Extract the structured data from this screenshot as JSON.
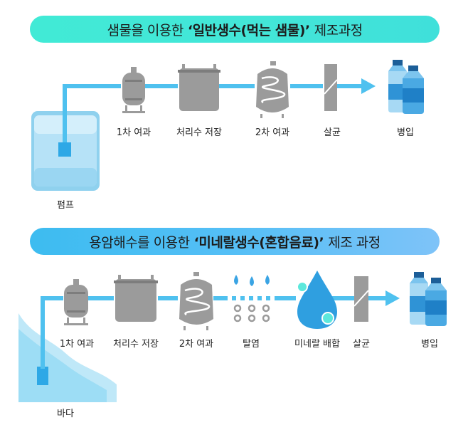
{
  "section1": {
    "title_prefix": "샘물을 이용한",
    "title_bold": "‘일반생수(먹는 샘물)’",
    "title_suffix": "제조과정",
    "steps": [
      "1차 여과",
      "처리수 저장",
      "2차 여과",
      "살균",
      "병입"
    ],
    "source": "펌프"
  },
  "section2": {
    "title_prefix": "용암해수를 이용한",
    "title_bold": "‘미네랄생수(혼합음료)’",
    "title_suffix": "제조 과정",
    "steps": [
      "1차 여과",
      "처리수 저장",
      "2차 여과",
      "탈염",
      "미네랄 배합",
      "살균",
      "병입"
    ],
    "source": "바다"
  },
  "colors": {
    "banner1": "#41ead6",
    "banner2": "#55bff6",
    "pipe": "#4fc1ef",
    "equipment": "#9b9b9b",
    "water": "#a8dcf5",
    "bottle": "#2f93d6"
  }
}
